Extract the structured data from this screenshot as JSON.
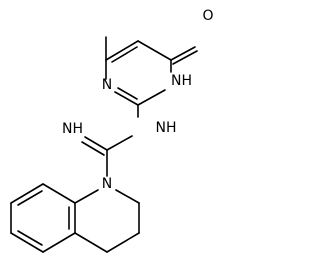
{
  "molecule": {
    "atoms": {
      "oxygen": "O",
      "ring_n_top": "NH",
      "ring_n_left": "N",
      "imine": "NH",
      "linker_nh": "NH",
      "quinoline_n": "N"
    },
    "colors": {
      "bond": "#000000",
      "label": "#000000",
      "background": "#ffffff"
    }
  }
}
